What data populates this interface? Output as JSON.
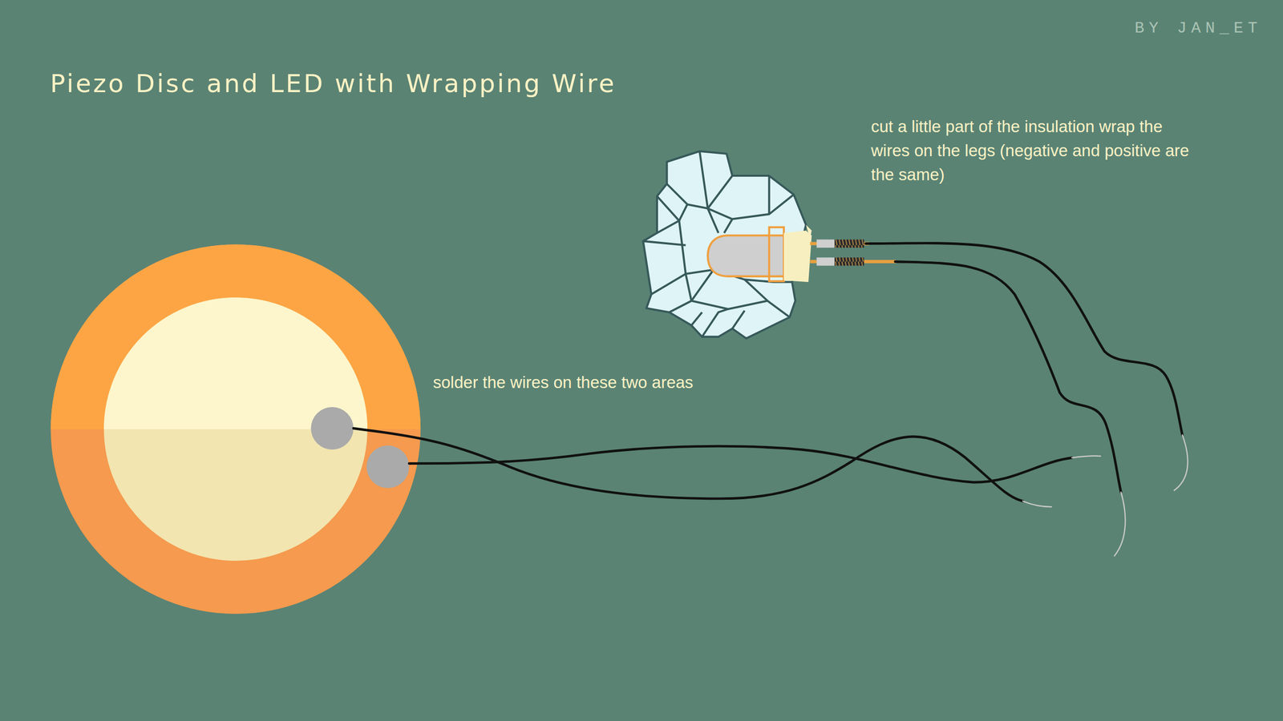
{
  "diagram": {
    "title": "Piezo Disc and LED with Wrapping Wire",
    "labels": [
      "BY JAN_ET",
      "cut a little part of the insulation wrap the wires on the legs (negative and positive are the same)",
      "solder the wires on these two areas"
    ]
  }
}
